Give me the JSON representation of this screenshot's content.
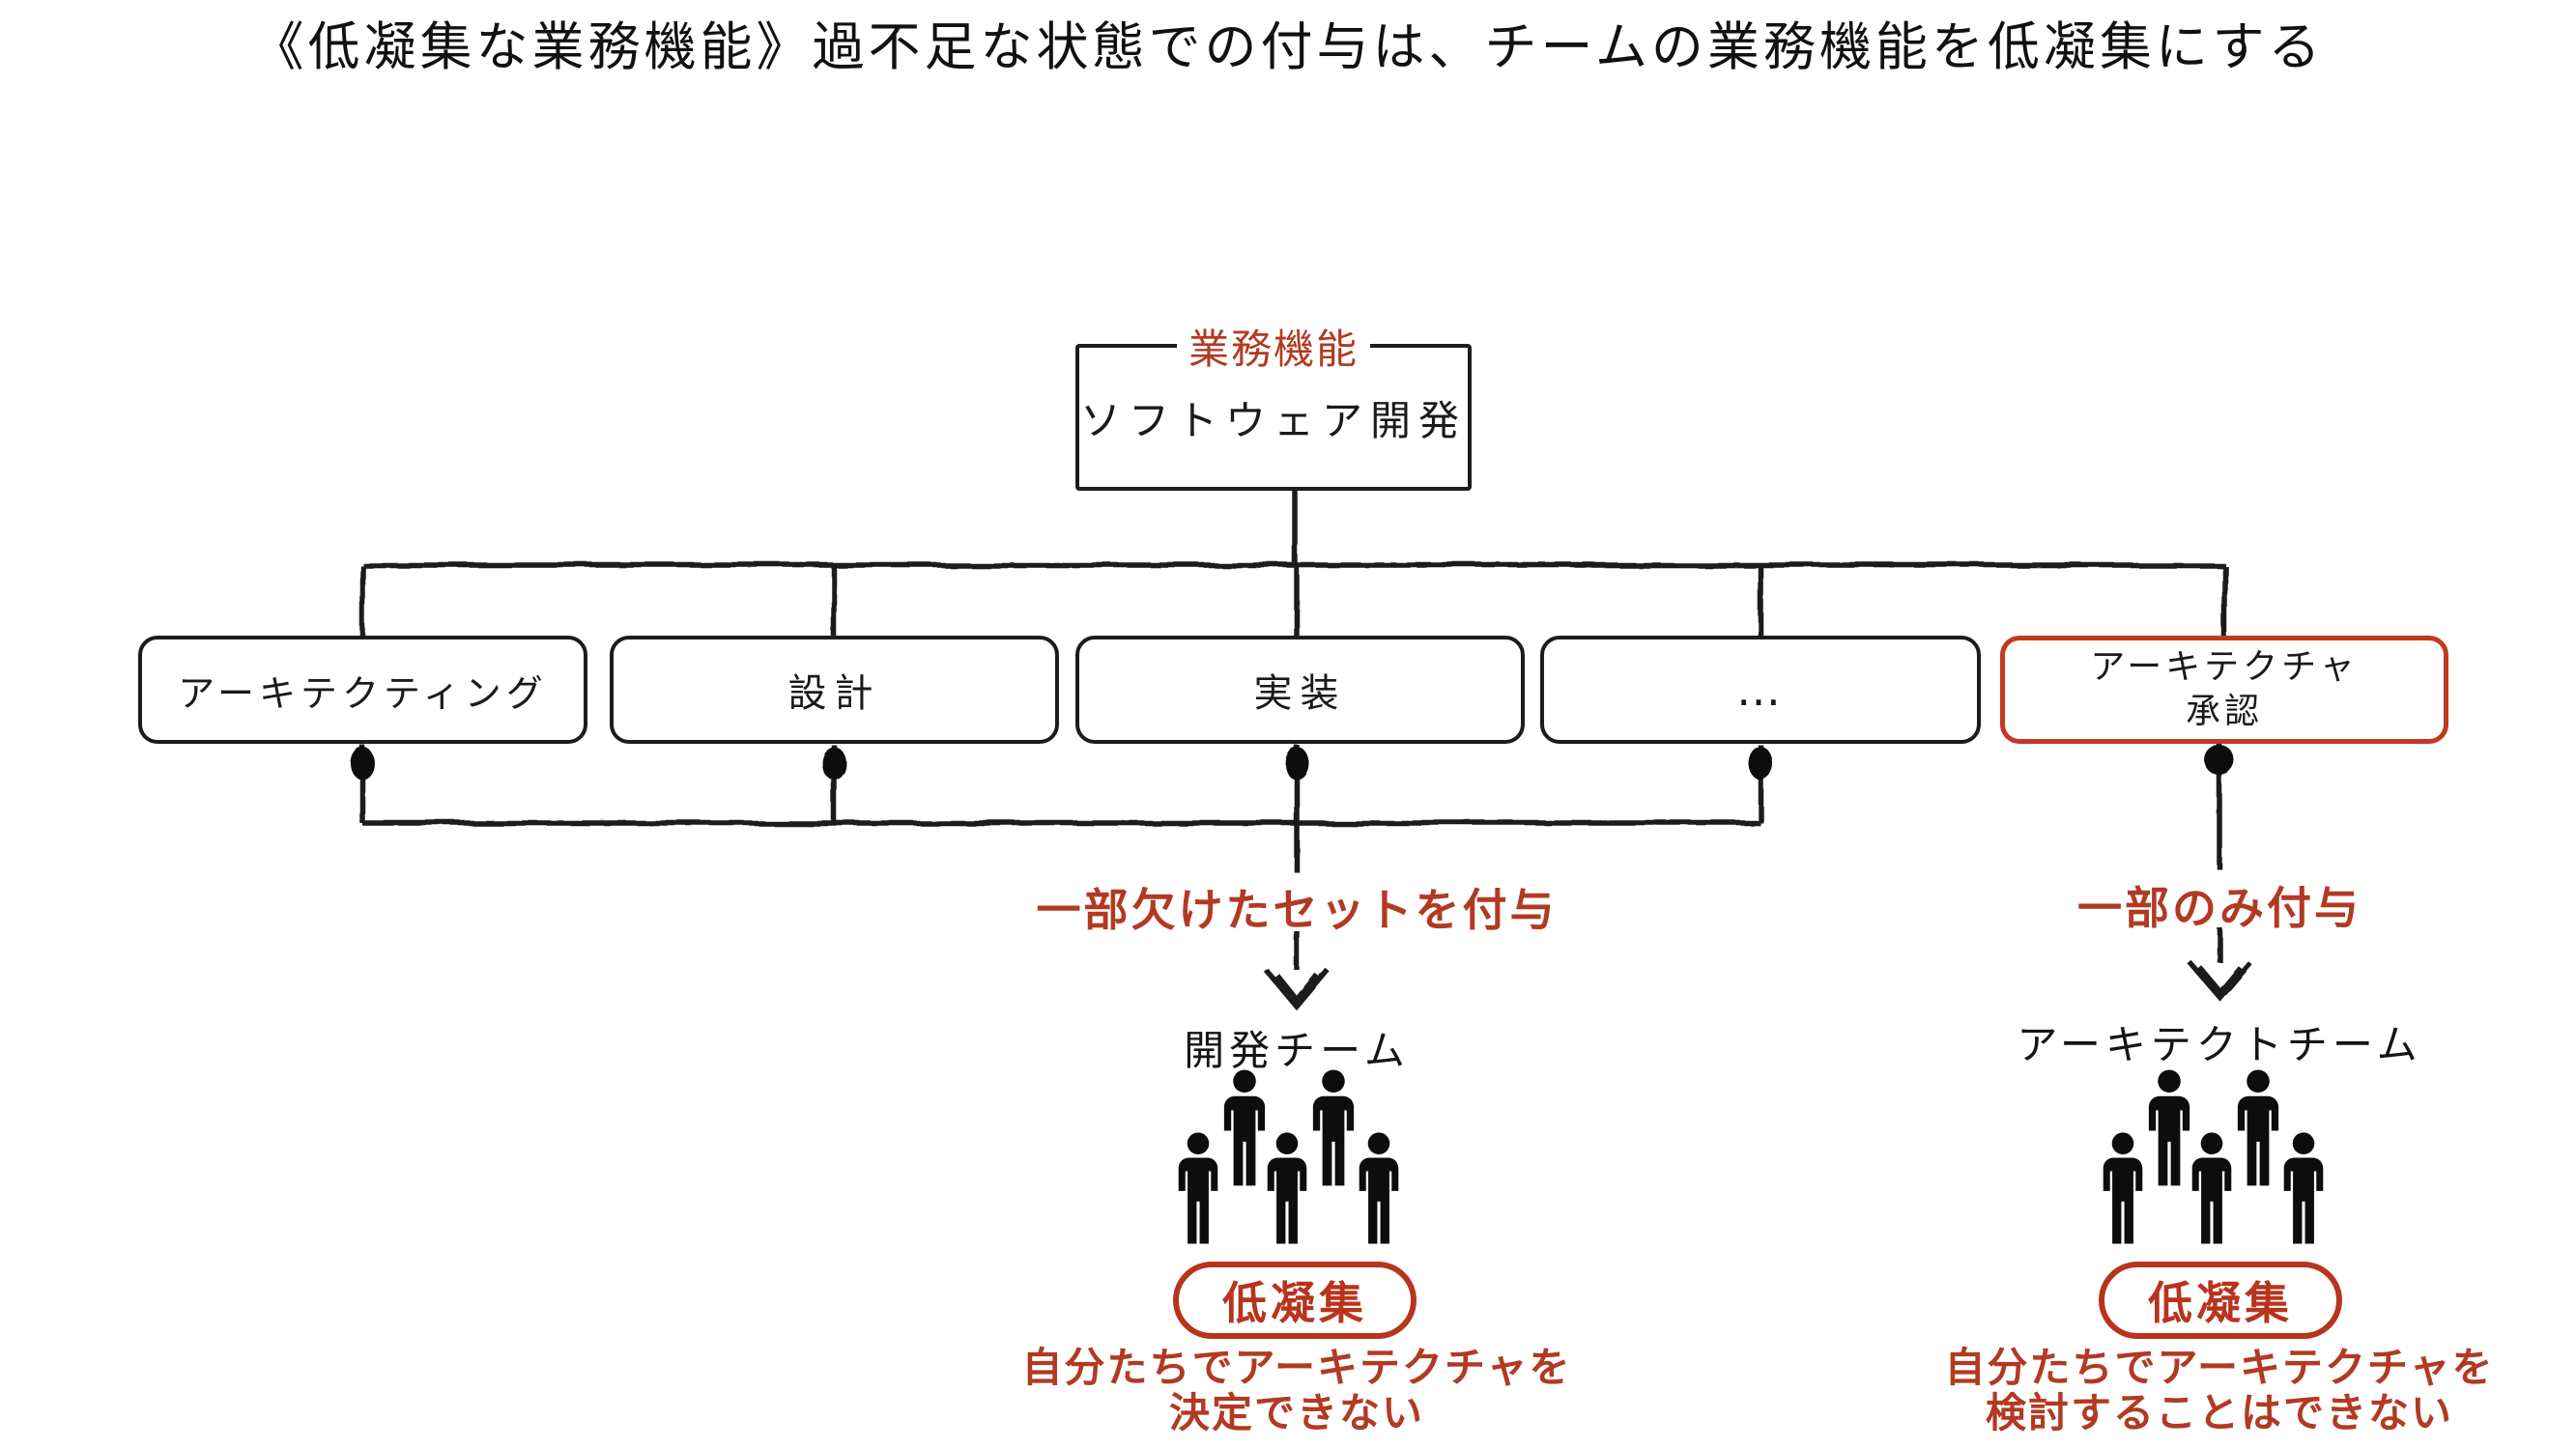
{
  "title": "《低凝集な業務機能》過不足な状態での付与は、チームの業務機能を低凝集にする",
  "colors": {
    "ink": "#1c1c1c",
    "red_text": "#b23a22",
    "red_border": "#c03a1f",
    "background": "#ffffff"
  },
  "root_box": {
    "tag": "業務機能",
    "label": "ソフトウェア開発"
  },
  "function_boxes": [
    {
      "label": "アーキテクティング"
    },
    {
      "label": "設計"
    },
    {
      "label": "実装"
    },
    {
      "label": "…"
    },
    {
      "line1": "アーキテクチャ",
      "line2": "承認"
    }
  ],
  "branches": {
    "left": {
      "arrow_label": "一部欠けたセットを付与",
      "team": "開発チーム",
      "badge": "低凝集",
      "note_line1": "自分たちでアーキテクチャを",
      "note_line2": "決定できない"
    },
    "right": {
      "arrow_label": "一部のみ付与",
      "team": "アーキテクトチーム",
      "badge": "低凝集",
      "note_line1": "自分たちでアーキテクチャを",
      "note_line2": "検討することはできない"
    }
  }
}
